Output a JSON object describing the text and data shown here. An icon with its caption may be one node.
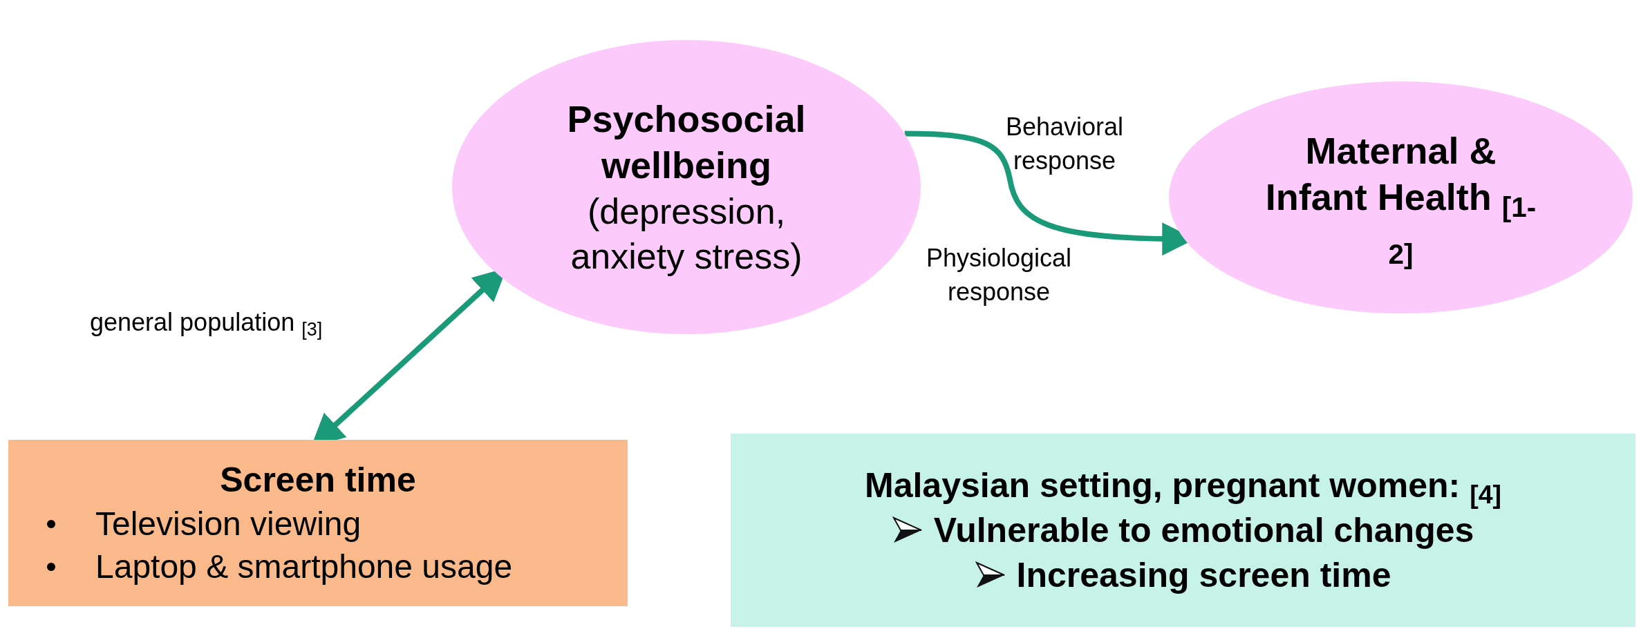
{
  "diagram": {
    "nodes": [
      {
        "text": [
          "Psychosocial wellbeing",
          "(depression, anxiety stress)"
        ]
      },
      {
        "text": [
          "Maternal & Infant Health $_{[1-2]}$"
        ]
      },
      {
        "text": [
          "Screen time",
          "Television viewing",
          "Laptop & smartphone usage"
        ]
      },
      {
        "text": [
          "Malaysian setting, pregnant women: $_{[4]}$",
          "Vulnerable to emotional changes",
          "Increasing screen time"
        ]
      }
    ],
    "edges": [
      {
        "from": 2,
        "to": 0,
        "arrow": "both",
        "label": "general population $_{[3]}$"
      },
      {
        "from": 0,
        "to": 1,
        "arrow": "to"
      }
    ],
    "labels": [
      "Behavioral response",
      "Physiological response"
    ]
  }
}
